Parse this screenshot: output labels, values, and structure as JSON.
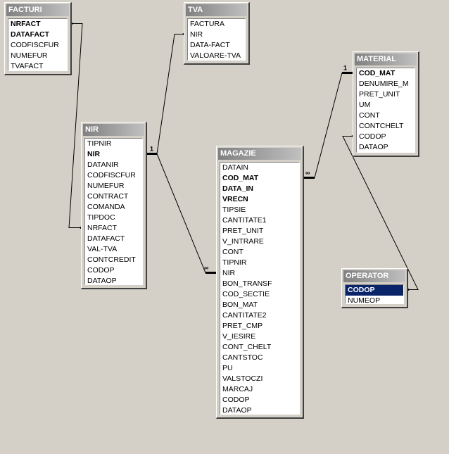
{
  "tables": [
    {
      "id": "facturi",
      "title": "FACTURI",
      "fields": [
        {
          "name": "NRFACT",
          "pk": true
        },
        {
          "name": "DATAFACT",
          "pk": true
        },
        {
          "name": "CODFISCFUR"
        },
        {
          "name": "NUMEFUR"
        },
        {
          "name": "TVAFACT"
        }
      ]
    },
    {
      "id": "tva",
      "title": "TVA",
      "fields": [
        {
          "name": "FACTURA"
        },
        {
          "name": "NIR"
        },
        {
          "name": "DATA-FACT"
        },
        {
          "name": "VALOARE-TVA"
        }
      ]
    },
    {
      "id": "material",
      "title": "MATERIAL",
      "fields": [
        {
          "name": "COD_MAT",
          "pk": true
        },
        {
          "name": "DENUMIRE_M"
        },
        {
          "name": "PRET_UNIT"
        },
        {
          "name": "UM"
        },
        {
          "name": "CONT"
        },
        {
          "name": "CONTCHELT"
        },
        {
          "name": "CODOP"
        },
        {
          "name": "DATAOP"
        }
      ]
    },
    {
      "id": "nir",
      "title": "NIR",
      "fields": [
        {
          "name": "TIPNIR"
        },
        {
          "name": "NIR",
          "pk": true
        },
        {
          "name": "DATANIR"
        },
        {
          "name": "CODFISCFUR"
        },
        {
          "name": "NUMEFUR"
        },
        {
          "name": "CONTRACT"
        },
        {
          "name": "COMANDA"
        },
        {
          "name": "TIPDOC"
        },
        {
          "name": "NRFACT"
        },
        {
          "name": "DATAFACT"
        },
        {
          "name": "VAL-TVA"
        },
        {
          "name": "CONTCREDIT"
        },
        {
          "name": "CODOP"
        },
        {
          "name": "DATAOP"
        }
      ]
    },
    {
      "id": "magazie",
      "title": "MAGAZIE",
      "fields": [
        {
          "name": "DATAIN"
        },
        {
          "name": "COD_MAT",
          "pk": true
        },
        {
          "name": "DATA_IN",
          "pk": true
        },
        {
          "name": "VRECN",
          "pk": true
        },
        {
          "name": "TIPSIE"
        },
        {
          "name": "CANTITATE1"
        },
        {
          "name": "PRET_UNIT"
        },
        {
          "name": "V_INTRARE"
        },
        {
          "name": "CONT"
        },
        {
          "name": "TIPNIR"
        },
        {
          "name": "NIR"
        },
        {
          "name": "BON_TRANSF"
        },
        {
          "name": "COD_SECTIE"
        },
        {
          "name": "BON_MAT"
        },
        {
          "name": "CANTITATE2"
        },
        {
          "name": "PRET_CMP"
        },
        {
          "name": "V_IESIRE"
        },
        {
          "name": "CONT_CHELT"
        },
        {
          "name": "CANTSTOC"
        },
        {
          "name": "PU"
        },
        {
          "name": "VALSTOCZI"
        },
        {
          "name": "MARCAJ"
        },
        {
          "name": "CODOP"
        },
        {
          "name": "DATAOP"
        }
      ]
    },
    {
      "id": "operator",
      "title": "OPERATOR",
      "fields": [
        {
          "name": "CODOP",
          "pk": true,
          "selected": true
        },
        {
          "name": "NUMEOP"
        }
      ]
    }
  ],
  "relationships": [
    {
      "from": "facturi.NRFACT",
      "to": "nir.NRFACT",
      "from_card": "",
      "to_card": ""
    },
    {
      "from": "tva.NIR",
      "to": "nir.NIR",
      "from_card": "",
      "to_card": "1"
    },
    {
      "from": "nir.NIR",
      "to": "magazie.NIR",
      "from_card": "1",
      "to_card": "∞"
    },
    {
      "from": "material.COD_MAT",
      "to": "magazie.COD_MAT",
      "from_card": "1",
      "to_card": "∞"
    },
    {
      "from": "material.CODOP",
      "to": "operator.CODOP",
      "from_card": "",
      "to_card": ""
    }
  ],
  "colors": {
    "background": "#d4d0c8",
    "title_bar": "#808080",
    "selection": "#0a246a"
  }
}
